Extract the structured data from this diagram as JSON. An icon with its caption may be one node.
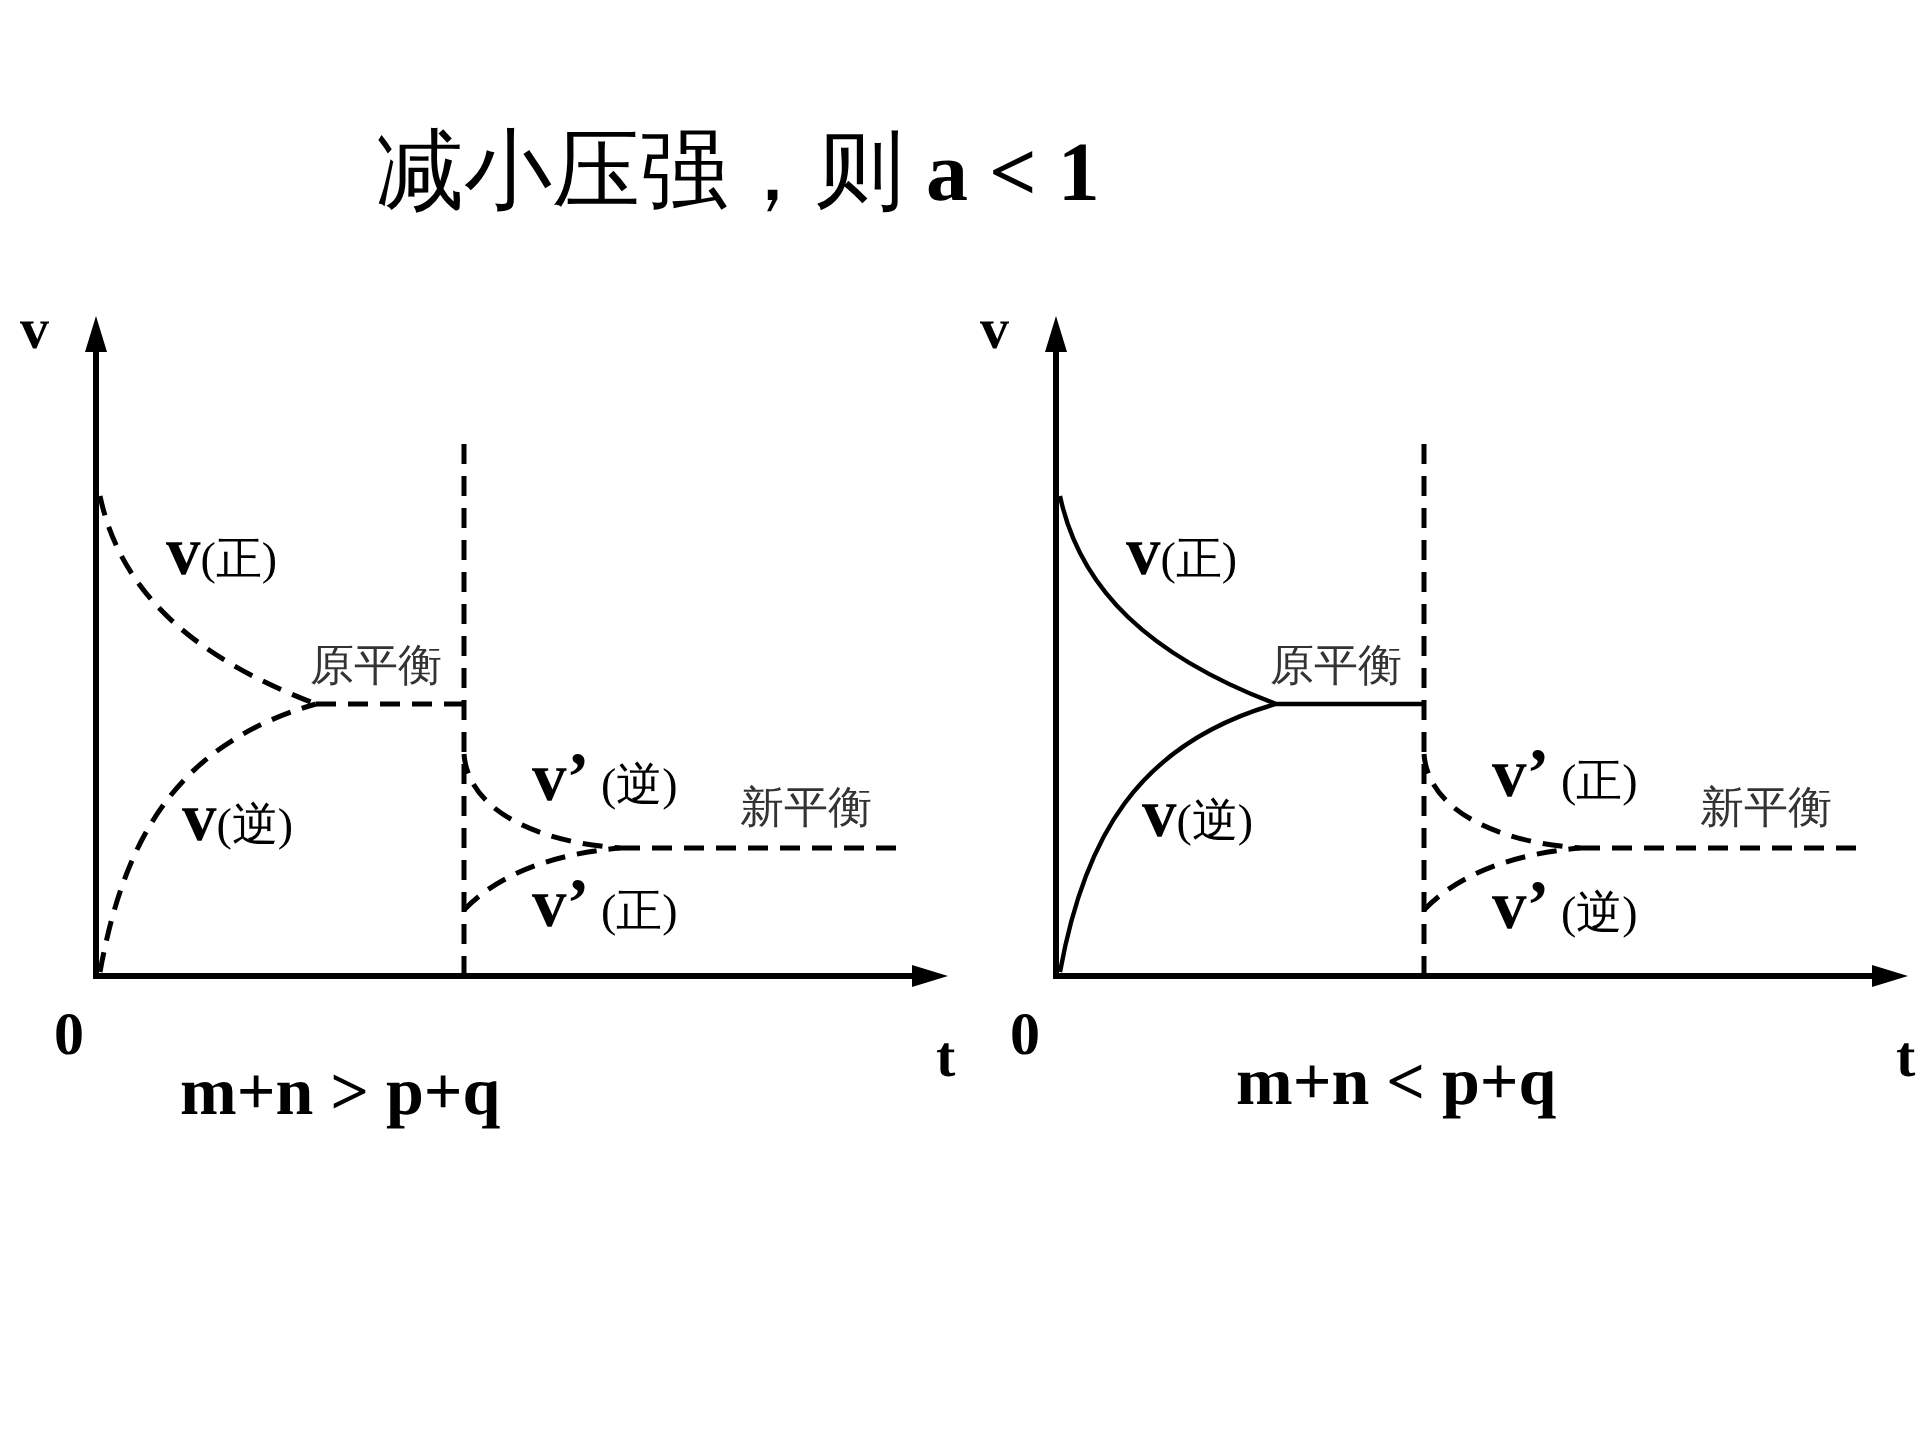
{
  "diagram": {
    "title": "减小压强，则 **a < 1**",
    "labels": [
      "v",
      "**v**(正)",
      "原平衡",
      "**v’** (逆)",
      "新平衡",
      "**v**(逆)",
      "**v’** (正)",
      "0",
      "t",
      "m+n > p+q",
      "v",
      "**v**(正)",
      "原平衡",
      "**v’** (正)",
      "新平衡",
      "**v**(逆)",
      "**v’** (逆)",
      "0",
      "t",
      "m+n < p+q"
    ]
  }
}
